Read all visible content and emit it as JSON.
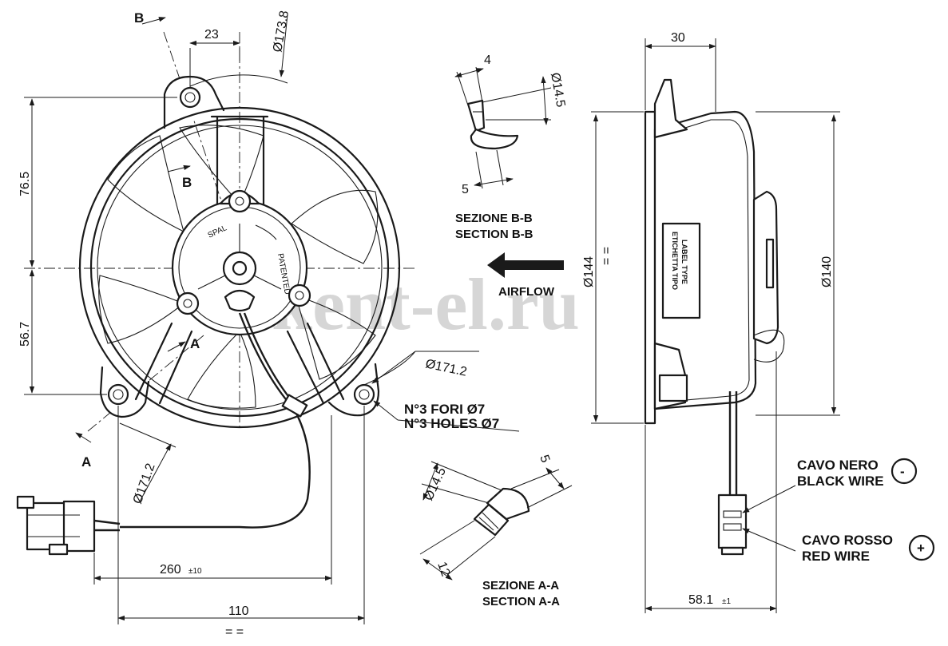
{
  "watermark": "kent-el.ru",
  "front_view": {
    "dimensions": {
      "top_offset": "23",
      "diameter_top": "Ø173.8",
      "height_upper": "76.5",
      "height_lower": "56.7",
      "diameter_right": "Ø171.2",
      "diameter_lower_left": "Ø171.2",
      "cable_length": "260",
      "cable_tolerance": "±10",
      "base_width": "110",
      "equal_marks": "= ="
    },
    "section_markers": {
      "b_top": "B",
      "b_inner": "B",
      "a_inner": "A",
      "a_bottom": "A"
    },
    "holes_label_it": "N°3 FORI Ø7",
    "holes_label_en": "N°3 HOLES Ø7",
    "motor_badges": {
      "brand": "SPAL",
      "patent": "PATENTED"
    }
  },
  "section_bb": {
    "dim_width": "4",
    "dim_diameter": "Ø14.5",
    "dim_depth": "5",
    "title_it": "SEZIONE B-B",
    "title_en": "SECTION B-B"
  },
  "section_aa": {
    "dim_diameter": "Ø14.5",
    "dim_width": "5",
    "dim_length": "12",
    "title_it": "SEZIONE A-A",
    "title_en": "SECTION A-A"
  },
  "airflow_label": "AIRFLOW",
  "side_view": {
    "dim_depth": "30",
    "dim_total_depth": "58.1",
    "dim_total_tolerance": "±1",
    "dim_inner_diameter": "Ø144",
    "dim_equal": "= =",
    "dim_height": "Ø140",
    "label_box_it": "ETICHETTA TIPO",
    "label_box_en": "LABEL TYPE"
  },
  "wires": {
    "black_it": "CAVO NERO",
    "black_en": "BLACK WIRE",
    "black_symbol": "-",
    "red_it": "CAVO ROSSO",
    "red_en": "RED WIRE",
    "red_symbol": "+"
  }
}
